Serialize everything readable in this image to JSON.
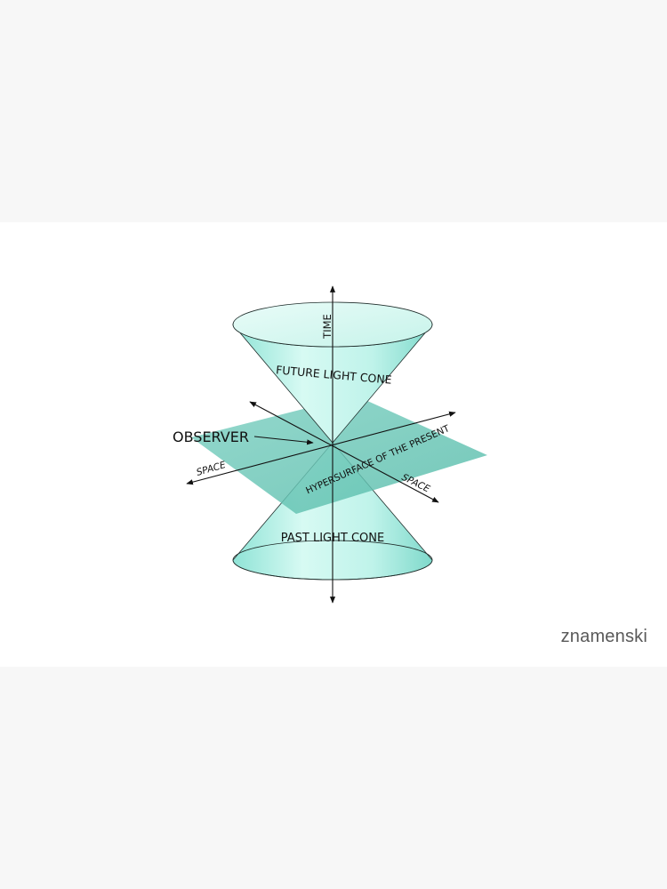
{
  "diagram": {
    "labels": {
      "time": "TIME",
      "future_cone": "FUTURE LIGHT CONE",
      "past_cone": "PAST LIGHT CONE",
      "observer": "OBSERVER",
      "space_left": "SPACE",
      "space_right": "SPACE",
      "hypersurface": "HYPERSURFACE OF THE PRESENT"
    },
    "colors": {
      "cone_fill": "#c8f5ec",
      "cone_rim": "#1f2d2b",
      "plane": "#5fc3b2",
      "axis": "#111111"
    }
  },
  "watermark": "znamenski"
}
